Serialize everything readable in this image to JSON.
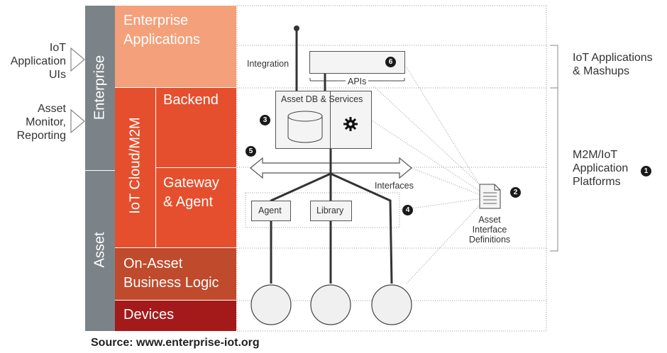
{
  "left_labels": {
    "iot_app_uis": [
      "IoT",
      "Application",
      "UIs"
    ],
    "asset_monitor": [
      "Asset",
      "Monitor,",
      "Reporting"
    ]
  },
  "vertical_labels": {
    "enterprise": "Enterprise",
    "asset": "Asset",
    "iot_cloud": "IoT Cloud/M2M"
  },
  "bands": {
    "enterprise_apps": [
      "Enterprise",
      "Applications"
    ],
    "backend": "Backend",
    "gateway": [
      "Gateway",
      "& Agent"
    ],
    "on_asset": [
      "On-Asset",
      "Business Logic"
    ],
    "devices": "Devices"
  },
  "diagram": {
    "integration": "Integration",
    "apis": "APIs",
    "asset_db": "Asset DB & Services",
    "interfaces": "Interfaces",
    "agent": "Agent",
    "library": "Library",
    "asset_interface": [
      "Asset",
      "Interface",
      "Definitions"
    ]
  },
  "numbers": [
    "1",
    "2",
    "3",
    "4",
    "5",
    "6"
  ],
  "right_labels": {
    "iot_apps": [
      "IoT Applications",
      "& Mashups"
    ],
    "m2m": [
      "M2M/IoT",
      "Application",
      "Platforms"
    ]
  },
  "source": "Source: www.enterprise-iot.org",
  "colors": {
    "enterprise_apps": "#f4a07a",
    "iot_cloud": "#e54f2e",
    "on_asset": "#bf4a2c",
    "devices": "#a41a1a",
    "gray_column": "#7b8388"
  },
  "icons": [
    "database-icon",
    "gear-icon",
    "document-icon"
  ]
}
